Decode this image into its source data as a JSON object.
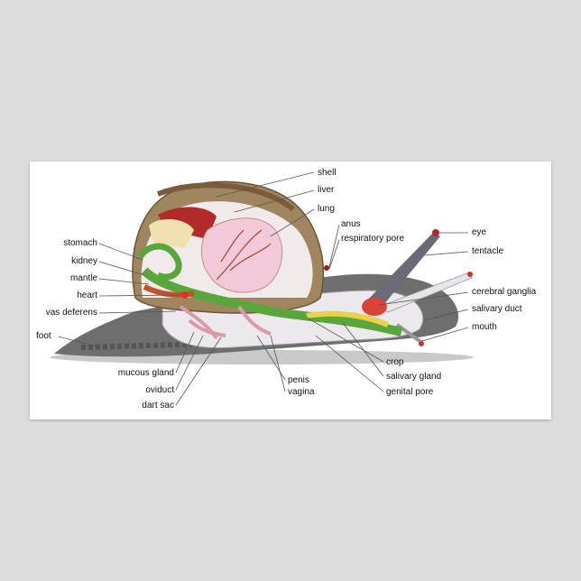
{
  "diagram": {
    "labels": {
      "shell": "shell",
      "liver": "liver",
      "lung": "lung",
      "anus": "anus",
      "respiratory_pore": "respiratory pore",
      "eye": "eye",
      "tentacle": "tentacle",
      "cerebral_ganglia": "cerebral ganglia",
      "salivary_duct": "salivary duct",
      "mouth": "mouth",
      "stomach": "stomach",
      "kidney": "kidney",
      "mantle": "mantle",
      "heart": "heart",
      "vas_deferens": "vas deferens",
      "foot": "foot",
      "mucous_gland": "mucous gland",
      "oviduct": "oviduct",
      "dart_sac": "dart sac",
      "penis": "penis",
      "vagina": "vagina",
      "crop": "crop",
      "salivary_gland": "salivary gland",
      "genital_pore": "genital pore"
    }
  }
}
